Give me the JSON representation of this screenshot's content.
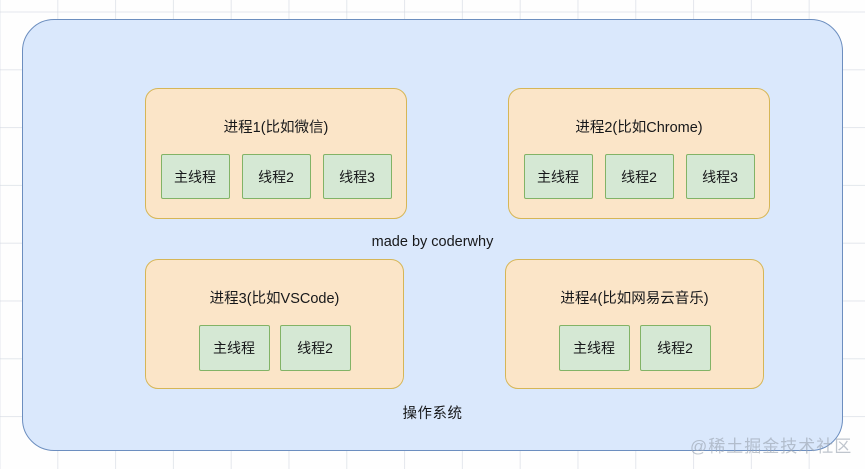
{
  "diagram": {
    "container": {
      "label": "操作系统",
      "fill_color": "#dae8fc",
      "border_color": "#6c8ebf"
    },
    "credit": "made by coderwhy",
    "watermark": "@稀土掘金技术社区",
    "process_fill_color": "#fbe5c8",
    "process_border_color": "#d6b656",
    "thread_fill_color": "#d5e8d4",
    "thread_border_color": "#82b366",
    "processes": [
      {
        "title": "进程1(比如微信)",
        "threads": [
          {
            "label": "主线程"
          },
          {
            "label": "线程2"
          },
          {
            "label": "线程3"
          }
        ]
      },
      {
        "title": "进程2(比如Chrome)",
        "threads": [
          {
            "label": "主线程"
          },
          {
            "label": "线程2"
          },
          {
            "label": "线程3"
          }
        ]
      },
      {
        "title": "进程3(比如VSCode)",
        "threads": [
          {
            "label": "主线程"
          },
          {
            "label": "线程2"
          }
        ]
      },
      {
        "title": "进程4(比如网易云音乐)",
        "threads": [
          {
            "label": "主线程"
          },
          {
            "label": "线程2"
          }
        ]
      }
    ]
  }
}
